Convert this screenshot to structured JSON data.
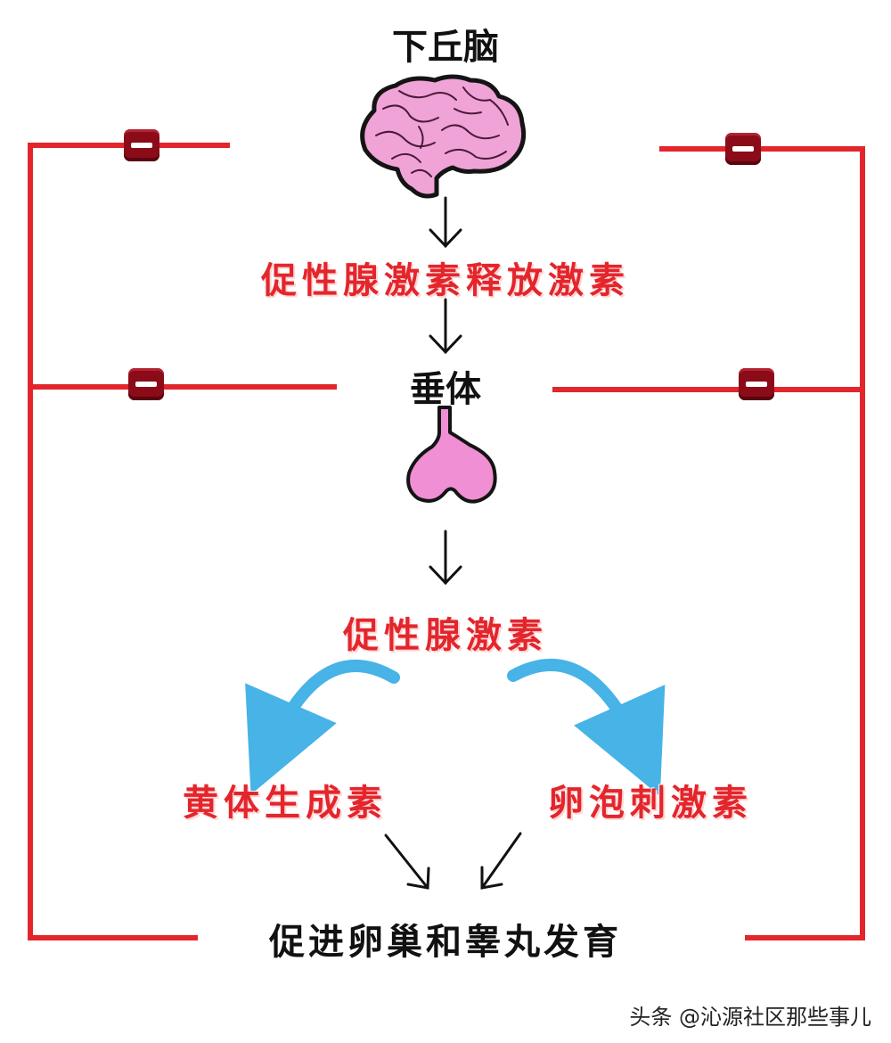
{
  "nodes": {
    "hypothalamus": "下丘脑",
    "gnrh": "促性腺激素释放激素",
    "pituitary": "垂体",
    "gonadotropin": "促性腺激素",
    "lh": "黄体生成素",
    "fsh": "卵泡刺激素",
    "outcome": "促进卵巢和睾丸发育"
  },
  "feedback": {
    "type": "negative",
    "symbol": "minus",
    "line_color": "#e3262c"
  },
  "icons": {
    "brain": "brain-icon",
    "pituitary": "pituitary-gland-icon"
  },
  "colors": {
    "hormone_text": "#e3262c",
    "organ_text": "#111111",
    "curved_arrow": "#47b3e6",
    "brain_fill": "#f0a3d6",
    "pituitary_fill": "#f08fd4",
    "minus_badge": "#8b0c18"
  },
  "watermark": "头条 @沁源社区那些事儿"
}
